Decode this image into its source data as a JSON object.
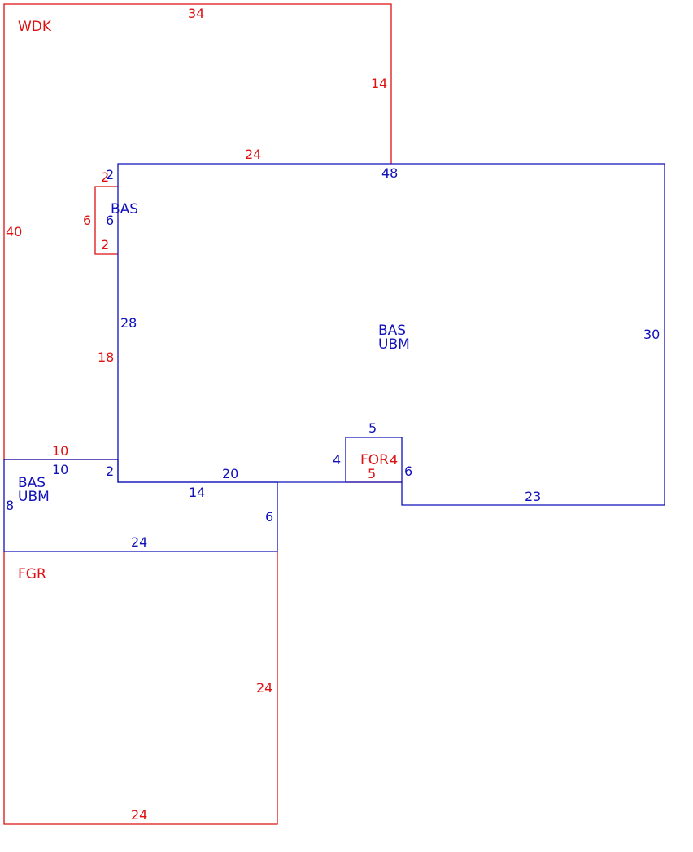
{
  "colors": {
    "outbuilding": "#dd1111",
    "main_structure": "#1111bb"
  },
  "areas": {
    "wdk": {
      "code": "WDK"
    },
    "bas_main": {
      "code": "BAS",
      "sub": "UBM"
    },
    "bas_nook": {
      "code": "BAS"
    },
    "bas_small": {
      "code": "BAS",
      "sub": "UBM"
    },
    "for": {
      "code": "FOR"
    },
    "fgr": {
      "code": "FGR"
    }
  },
  "dims": {
    "wdk_top": "34",
    "wdk_right": "14",
    "wdk_left": "40",
    "wdk_bottom_segment": "24",
    "wdk_inner_left": "18",
    "wdk_base": "10",
    "nook_top_red": "2",
    "nook_top_blue": "2",
    "nook_left": "6",
    "nook_right": "6",
    "nook_bottom": "2",
    "main_top": "48",
    "main_left": "28",
    "main_right": "30",
    "main_bottom_left": "20",
    "main_bottom_right": "23",
    "main_step": "6",
    "for_top": "5",
    "for_left": "4",
    "for_right": "4",
    "for_bottom": "5",
    "small_top": "10",
    "small_step": "2",
    "small_left": "8",
    "small_inner": "14",
    "small_right": "6",
    "small_bottom": "24",
    "fgr_right": "24",
    "fgr_bottom": "24"
  }
}
